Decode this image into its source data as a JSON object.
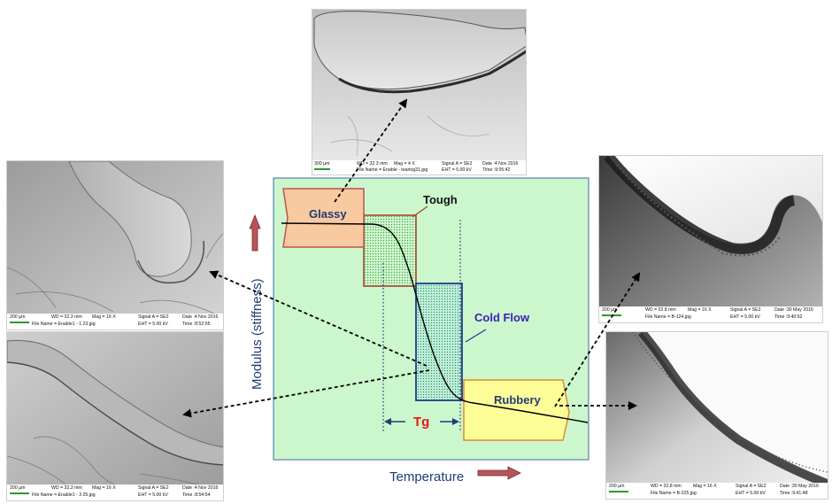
{
  "diagram": {
    "regions": {
      "glassy": "Glassy",
      "tough": "Tough",
      "cold_flow": "Cold Flow",
      "rubbery": "Rubbery"
    },
    "tg_label": "Tg",
    "y_axis_label": "Modulus (stiffness)",
    "x_axis_label": "Temperature",
    "colors": {
      "panel_fill": "#ccf7cc",
      "panel_border": "#3a6aa0",
      "glassy_fill": "#f9c9a0",
      "glassy_border": "#c0504d",
      "rubbery_fill": "#fefe99",
      "rubbery_border": "#e08b2a",
      "axis_text": "#1f3c77",
      "tg_text": "#e01a1a",
      "cold_flow_text": "#3b22b8",
      "arrow_fill": "#b5555a"
    }
  },
  "sem_images": {
    "top": {
      "scale": "300 µm",
      "wd": "WD = 32.3 mm",
      "mag": "Mag =    4 X",
      "signal": "Signal A = SE2",
      "date": "Date :4 Nov 2016",
      "file": "File Name = Enable - tearing31.jpg",
      "eht": "EHT =  5.00 kV",
      "time": "Time :9:05:42"
    },
    "left_top": {
      "scale": "200 µm",
      "wd": "WD = 32.3 mm",
      "mag": "Mag =   16 X",
      "signal": "Signal A = SE2",
      "date": "Date :4 Nov 2016",
      "file": "File Name = Enable1 - 1 23.jpg",
      "eht": "EHT =  5.00 kV",
      "time": "Time :8:52:55"
    },
    "left_bottom": {
      "scale": "200 µm",
      "wd": "WD = 32.3 mm",
      "mag": "Mag =   16 X",
      "signal": "Signal A = SE2",
      "date": "Date :4 Nov 2016",
      "file": "File Name = Enable1 - 3 25.jpg",
      "eht": "EHT =  5.00 kV",
      "time": "Time :8:54:54"
    },
    "right_top": {
      "scale": "200 µm",
      "wd": "WD = 32.8 mm",
      "mag": "Mag =   16 X",
      "signal": "Signal A = SE2",
      "date": "Date :30 May 2016",
      "file": "File Name = B-124.jpg",
      "eht": "EHT =  5.00 kV",
      "time": "Time :9:40:52"
    },
    "right_bottom": {
      "scale": "200 µm",
      "wd": "WD = 32.8 mm",
      "mag": "Mag =   16 X",
      "signal": "Signal A = SE2",
      "date": "Date :30 May 2016",
      "file": "File Name = B-225.jpg",
      "eht": "EHT =  5.00 kV",
      "time": "Time :9:41:48"
    }
  }
}
